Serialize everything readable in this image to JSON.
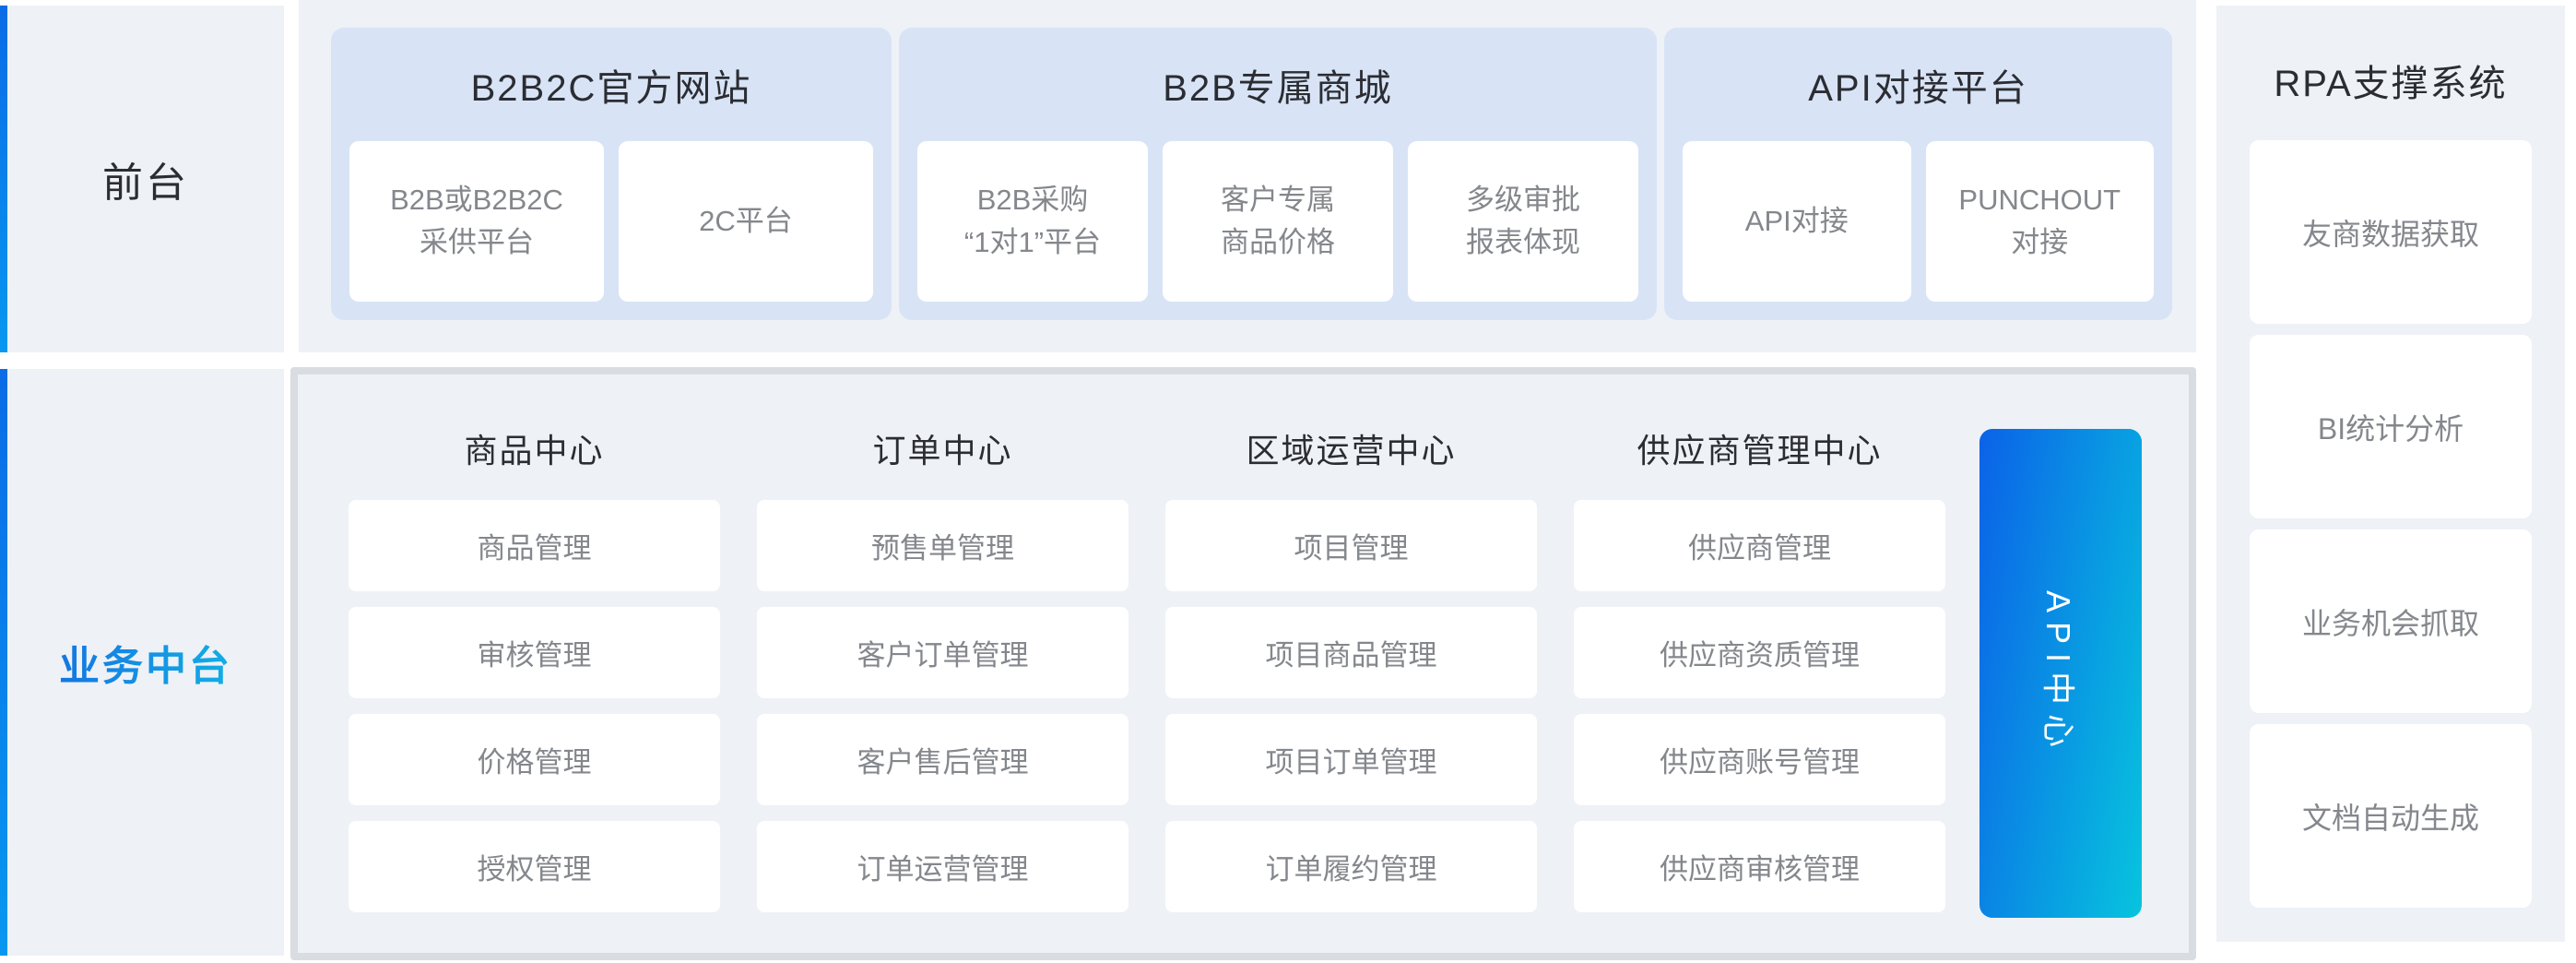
{
  "colors": {
    "page_bg": "#ffffff",
    "panel_bg": "#eef1f6",
    "group_bg": "#d8e4f6",
    "card_bg": "#ffffff",
    "card_text": "#84878c",
    "title_text": "#2b2d33",
    "box_border": "#d9dce0",
    "accent_bar_top": "#0a6ce6",
    "accent_bar_bottom": "#0897f0",
    "api_bar_start": "#0b62e8",
    "api_bar_end": "#07c4de",
    "middle_label_start": "#1565e0",
    "middle_label_end": "#12bfe5"
  },
  "front": {
    "label": "前台",
    "groups": [
      {
        "title": "B2B2C官方网站",
        "cards": [
          {
            "lines": [
              "B2B或B2B2C",
              "采供平台"
            ]
          },
          {
            "lines": [
              "2C平台"
            ]
          }
        ]
      },
      {
        "title": "B2B专属商城",
        "cards": [
          {
            "lines": [
              "B2B采购",
              "“1对1”平台"
            ]
          },
          {
            "lines": [
              "客户专属",
              "商品价格"
            ]
          },
          {
            "lines": [
              "多级审批",
              "报表体现"
            ]
          }
        ]
      },
      {
        "title": "API对接平台",
        "cards": [
          {
            "lines": [
              "API对接"
            ]
          },
          {
            "lines": [
              "PUNCHOUT",
              "对接"
            ]
          }
        ]
      }
    ]
  },
  "middle": {
    "label": "业务中台",
    "columns": [
      {
        "title": "商品中心",
        "cards": [
          "商品管理",
          "审核管理",
          "价格管理",
          "授权管理"
        ]
      },
      {
        "title": "订单中心",
        "cards": [
          "预售单管理",
          "客户订单管理",
          "客户售后管理",
          "订单运营管理"
        ]
      },
      {
        "title": "区域运营中心",
        "cards": [
          "项目管理",
          "项目商品管理",
          "项目订单管理",
          "订单履约管理"
        ]
      },
      {
        "title": "供应商管理中心",
        "cards": [
          "供应商管理",
          "供应商资质管理",
          "供应商账号管理",
          "供应商审核管理"
        ]
      }
    ],
    "api_center_label": "API中心"
  },
  "rpa": {
    "title": "RPA支撑系统",
    "cards": [
      "友商数据获取",
      "BI统计分析",
      "业务机会抓取",
      "文档自动生成"
    ]
  }
}
